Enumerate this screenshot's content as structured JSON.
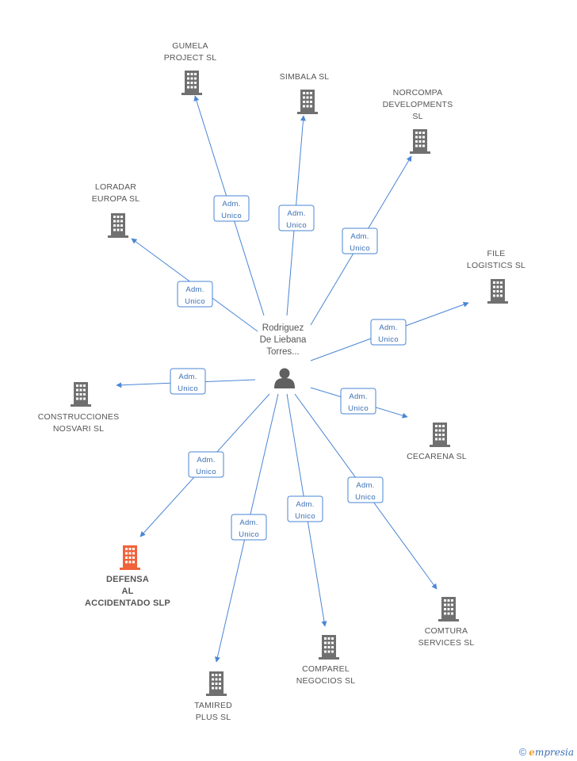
{
  "colors": {
    "edge": "#4a86d4",
    "building": "#707070",
    "highlight_building": "#f0623a",
    "person": "#606060",
    "label": "#555555"
  },
  "center": {
    "name_lines": [
      "Rodriguez",
      "De Liebana",
      "Torres..."
    ],
    "icon": "person-icon"
  },
  "edge_label": [
    "Adm.",
    "Unico"
  ],
  "nodes": [
    {
      "id": "gumela",
      "lines": [
        "GUMELA",
        "PROJECT SL"
      ],
      "highlight": false
    },
    {
      "id": "simbala",
      "lines": [
        "SIMBALA SL"
      ],
      "highlight": false
    },
    {
      "id": "norcompa",
      "lines": [
        "NORCOMPA",
        "DEVELOPMENTS",
        "SL"
      ],
      "highlight": false
    },
    {
      "id": "loradar",
      "lines": [
        "LORADAR",
        "EUROPA SL"
      ],
      "highlight": false
    },
    {
      "id": "file",
      "lines": [
        "FILE",
        "LOGISTICS SL"
      ],
      "highlight": false
    },
    {
      "id": "construcciones",
      "lines": [
        "CONSTRUCCIONES",
        "NOSVARI SL"
      ],
      "highlight": false
    },
    {
      "id": "cecarena",
      "lines": [
        "CECARENA SL"
      ],
      "highlight": false
    },
    {
      "id": "defensa",
      "lines": [
        "DEFENSA",
        "AL",
        "ACCIDENTADO SLP"
      ],
      "highlight": true
    },
    {
      "id": "comtura",
      "lines": [
        "COMTURA",
        "SERVICES SL"
      ],
      "highlight": false
    },
    {
      "id": "comparel",
      "lines": [
        "COMPAREL",
        "NEGOCIOS SL"
      ],
      "highlight": false
    },
    {
      "id": "tamired",
      "lines": [
        "TAMIRED",
        "PLUS SL"
      ],
      "highlight": false
    }
  ],
  "footer": {
    "copyright": "©",
    "brand_initial": "e",
    "brand_rest": "mpresia"
  }
}
